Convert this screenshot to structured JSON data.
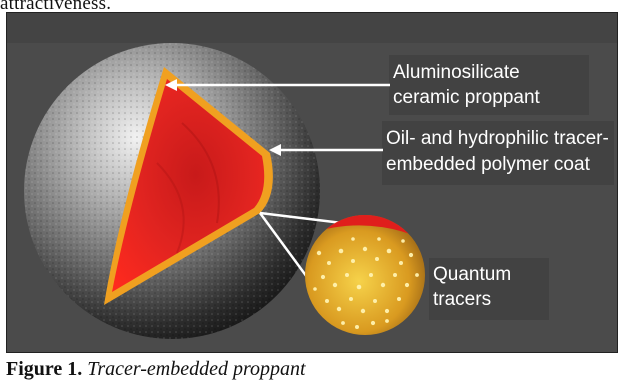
{
  "top_fragment": "attractiveness.",
  "figure": {
    "labels": {
      "core": [
        "Aluminosilicate",
        "ceramic proppant"
      ],
      "coat": [
        "Oil- and hydrophilic tracer-",
        "embedded polymer coat"
      ],
      "tracers": [
        "Quantum",
        "tracers"
      ]
    }
  },
  "caption": {
    "number": "Figure 1.",
    "title": "Tracer-embedded proppant"
  },
  "colors": {
    "background": "#4a4a4a",
    "core": "#e0201e",
    "coat": "#f0a020",
    "tracers": "#f2c23a",
    "label": "#ffffff"
  }
}
